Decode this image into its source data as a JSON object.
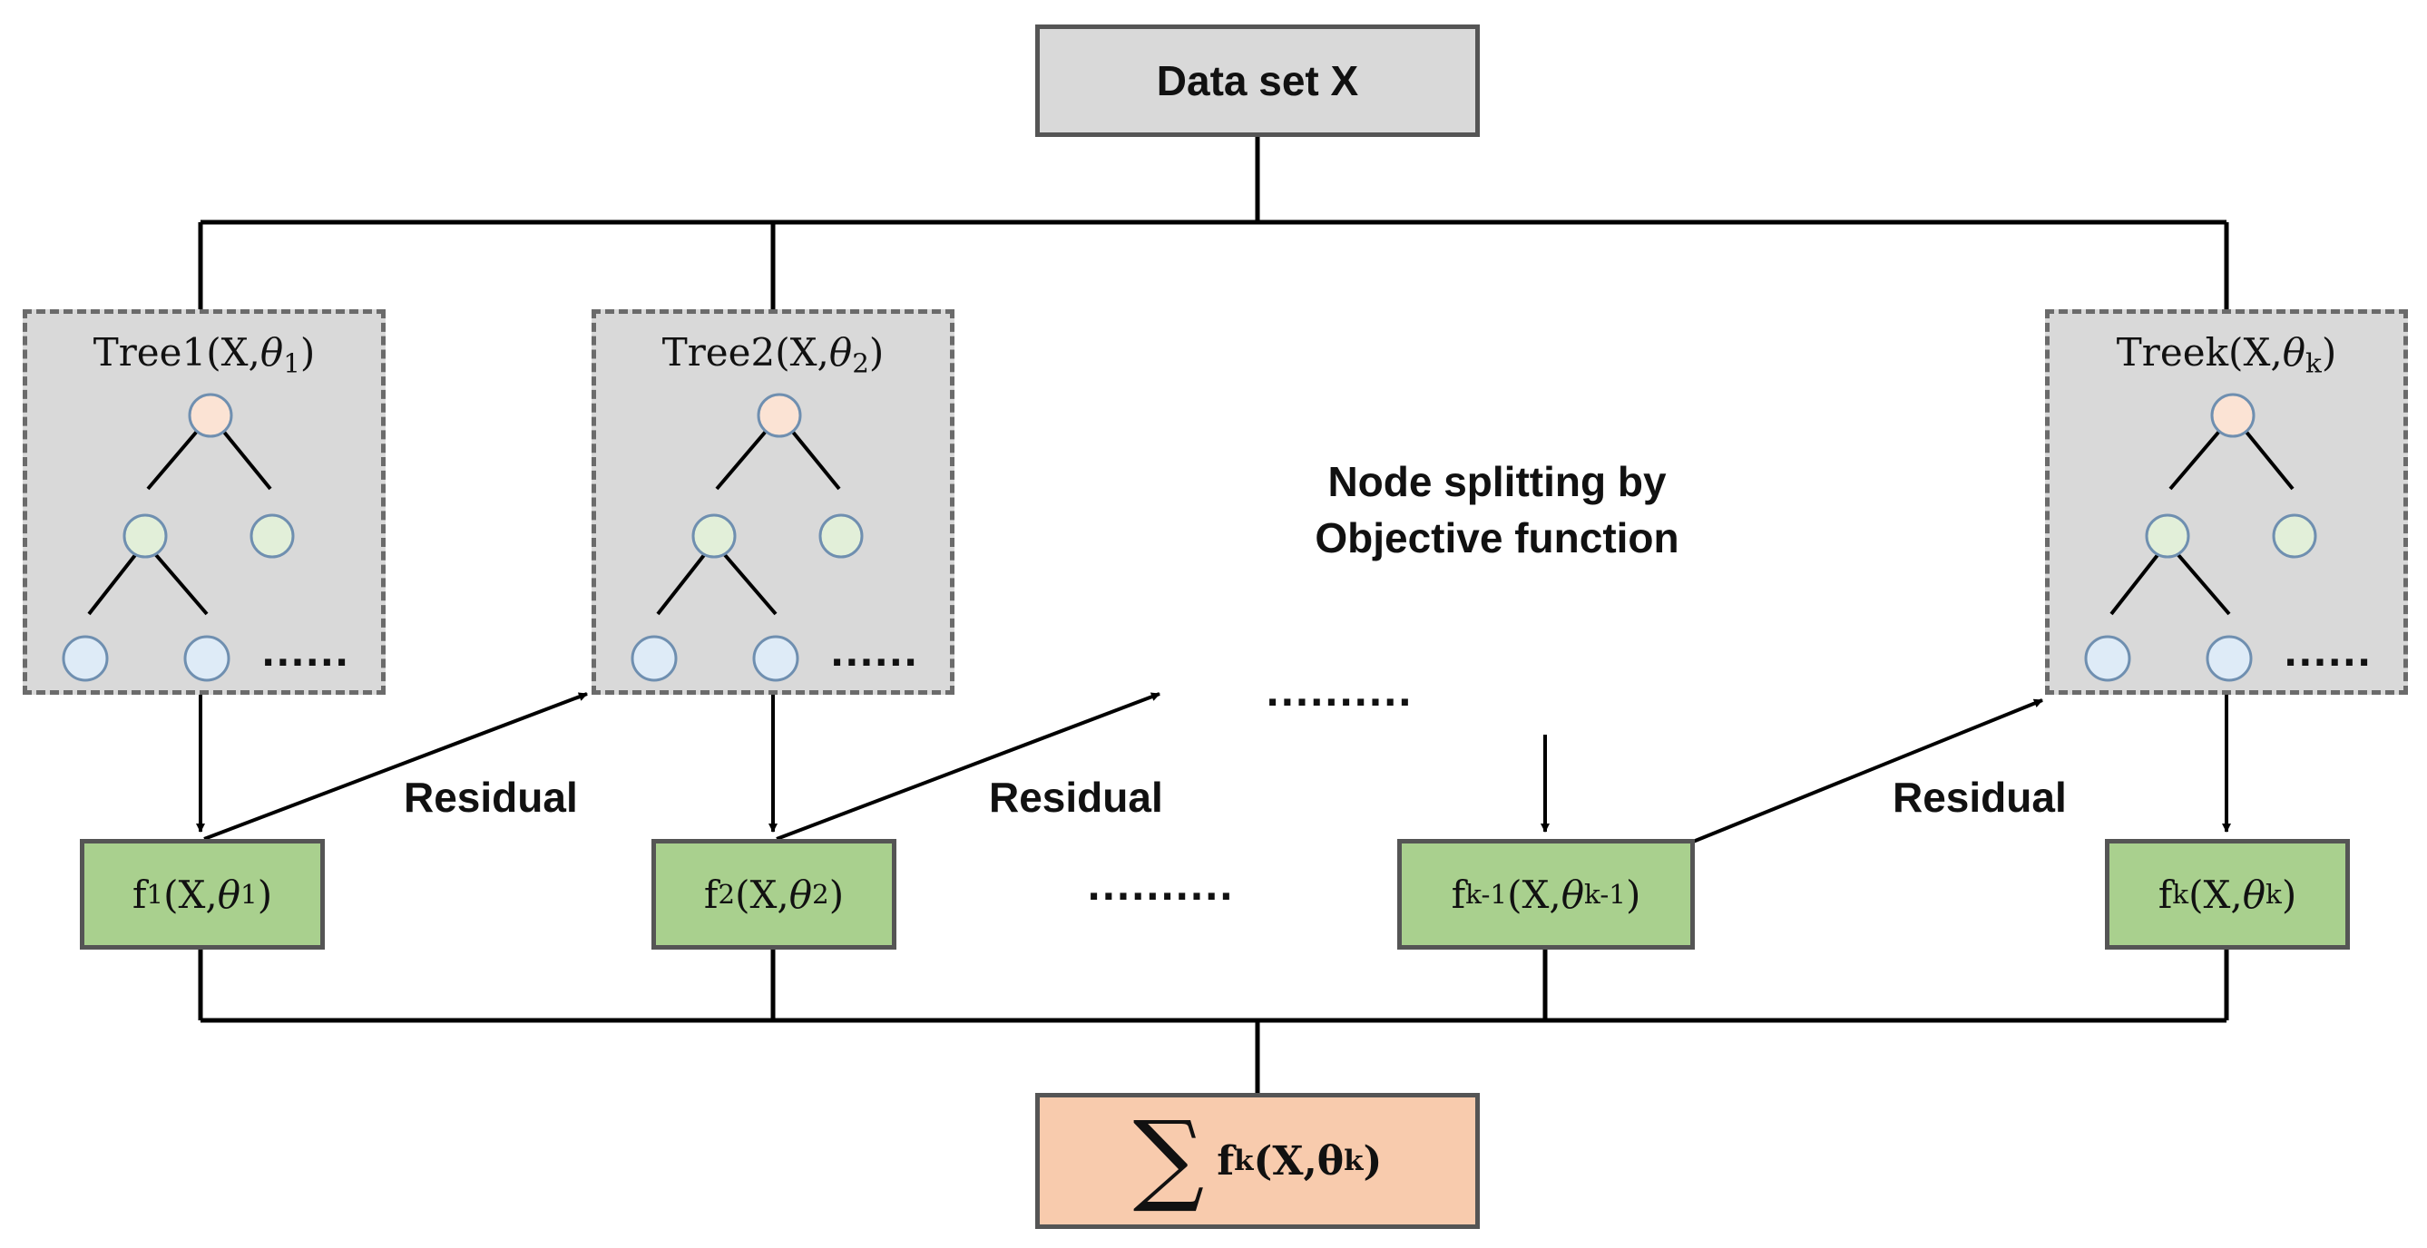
{
  "input": {
    "label": "Data set X"
  },
  "trees": [
    {
      "name": "Tree1",
      "arg": "X,",
      "theta": "θ",
      "sub": "1"
    },
    {
      "name": "Tree2",
      "arg": "X,",
      "theta": "θ",
      "sub": "2"
    },
    {
      "name": "Treek",
      "arg": "X,",
      "theta": "θ",
      "sub": "k"
    }
  ],
  "tree_ellipsis": "......",
  "functions": [
    {
      "f": "f",
      "sub": "1",
      "arg": "(X,",
      "theta": "θ",
      "theta_sub": "1",
      "close": ")"
    },
    {
      "f": "f",
      "sub": "2",
      "arg": "(X,",
      "theta": "θ",
      "theta_sub": "2",
      "close": ")"
    },
    {
      "f": "f",
      "sub": "k-1",
      "arg": "(X,",
      "theta": "θ",
      "theta_sub": "k-1",
      "close": ")"
    },
    {
      "f": "f",
      "sub": "k",
      "arg": "(X,",
      "theta": "θ",
      "theta_sub": "k",
      "close": ")"
    }
  ],
  "residual_label": "Residual",
  "objective": {
    "line1": "Node splitting by",
    "line2": "Objective function"
  },
  "middle_dots": "..........",
  "output": {
    "sigma": "∑",
    "f": "f",
    "sub": "k",
    "arg": "(X,",
    "theta": "θ",
    "theta_sub": "k",
    "close": ")"
  },
  "colors": {
    "root_node": "#fbe3d4",
    "mid_node": "#e2efd9",
    "leaf_node": "#deebf7",
    "tree_box": "#d9d9d9",
    "function_box": "#a9d08e",
    "output_box": "#f8cbad"
  }
}
